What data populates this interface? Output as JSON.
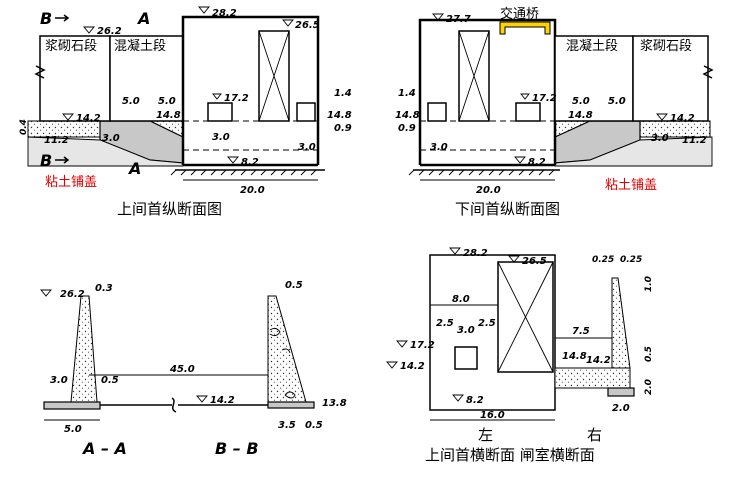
{
  "upper_longitudinal": {
    "caption": "上间首纵断面图",
    "section_labels": {
      "b_top": "B",
      "a_top": "A",
      "b_bottom": "B",
      "a_bottom": "A"
    },
    "segment_masonry": "浆砌石段",
    "segment_concrete": "混凝土段",
    "clay_blanket": "粘土铺盖",
    "elev_282": "28.2",
    "elev_262": "26.2",
    "elev_265": "26.5",
    "elev_172": "17.2",
    "elev_148a": "14.8",
    "elev_148b": "14.8",
    "elev_142": "14.2",
    "elev_112": "11.2",
    "elev_82": "8.2",
    "dim_50a": "5.0",
    "dim_50b": "5.0",
    "dim_14": "1.4",
    "dim_09": "0.9",
    "dim_30a": "3.0",
    "dim_30b": "3.0",
    "dim_30c": "3.0",
    "dim_04": "0.4",
    "dim_200": "20.0"
  },
  "lower_longitudinal": {
    "caption": "下间首纵断面图",
    "bridge_label": "交通桥",
    "segment_concrete": "混凝土段",
    "segment_masonry": "浆砌石段",
    "clay_blanket": "粘土铺盖",
    "elev_277": "27.7",
    "elev_172": "17.2",
    "elev_148a": "14.8",
    "elev_148b": "14.8",
    "elev_142": "14.2",
    "elev_112": "11.2",
    "elev_82": "8.2",
    "dim_14": "1.4",
    "dim_09": "0.9",
    "dim_50a": "5.0",
    "dim_50b": "5.0",
    "dim_30a": "3.0",
    "dim_30b": "3.0",
    "dim_200": "20.0"
  },
  "section_aa": {
    "caption": "A – A",
    "elev_262": "26.2",
    "dim_03": "0.3",
    "dim_30": "3.0",
    "dim_05": "0.5",
    "dim_50": "5.0",
    "dim_450": "45.0"
  },
  "section_bb": {
    "caption": "B – B",
    "elev_142": "14.2",
    "elev_138": "13.8",
    "dim_05a": "0.5",
    "dim_35": "3.5",
    "dim_05b": "0.5"
  },
  "cross_section": {
    "caption": "上间首横断面  闸室横断面",
    "left_label": "左",
    "right_label": "右",
    "elev_282": "28.2",
    "elev_265": "26.5",
    "elev_172": "17.2",
    "elev_142a": "14.2",
    "elev_148": "14.8",
    "elev_142b": "14.2",
    "elev_82": "8.2",
    "dim_80": "8.0",
    "dim_25a": "2.5",
    "dim_30": "3.0",
    "dim_25b": "2.5",
    "dim_160": "16.0",
    "dim_75": "7.5",
    "dim_025a": "0.25",
    "dim_025b": "0.25",
    "dim_10": "1.0",
    "dim_05": "0.5",
    "dim_20a": "2.0",
    "dim_20b": "2.0"
  }
}
